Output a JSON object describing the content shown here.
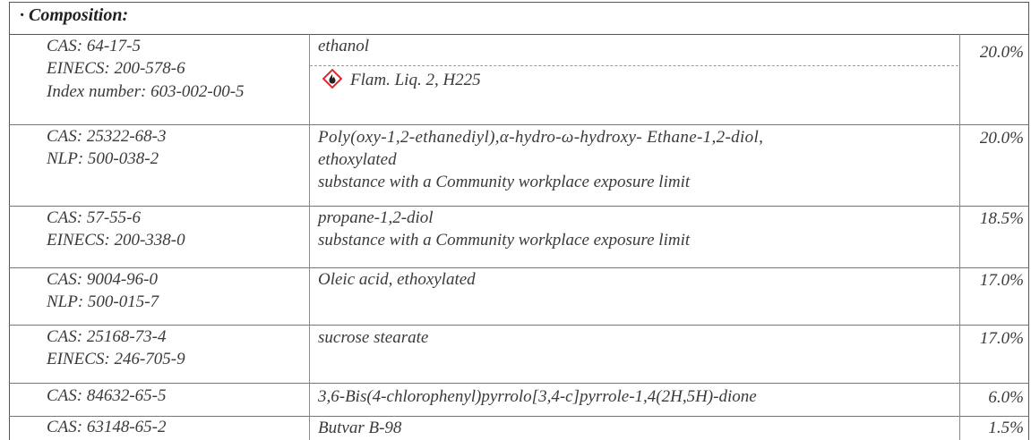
{
  "section": {
    "title": "· Composition:"
  },
  "rows": [
    {
      "ids": [
        "CAS: 64-17-5",
        "EINECS: 200-578-6",
        "Index number: 603-002-00-5"
      ],
      "name_lines": [
        "ethanol"
      ],
      "classification": "Flam. Liq. 2, H225",
      "percent": "20.0%"
    },
    {
      "ids": [
        "CAS: 25322-68-3",
        "NLP: 500-038-2"
      ],
      "name_lines": [
        "Poly(oxy-1,2-ethanediyl),α-hydro-ω-hydroxy- Ethane-1,2-diol,",
        "ethoxylated",
        "substance with a Community workplace exposure limit"
      ],
      "percent": "20.0%"
    },
    {
      "ids": [
        "CAS: 57-55-6",
        "EINECS: 200-338-0"
      ],
      "name_lines": [
        "propane-1,2-diol",
        "substance with a Community workplace exposure limit"
      ],
      "percent": "18.5%"
    },
    {
      "ids": [
        "CAS: 9004-96-0",
        "NLP: 500-015-7"
      ],
      "name_lines": [
        "Oleic acid, ethoxylated"
      ],
      "percent": "17.0%"
    },
    {
      "ids": [
        "CAS: 25168-73-4",
        "EINECS: 246-705-9"
      ],
      "name_lines": [
        "sucrose stearate"
      ],
      "percent": "17.0%"
    },
    {
      "ids": [
        "CAS: 84632-65-5"
      ],
      "name_lines": [
        "3,6-Bis(4-chlorophenyl)pyrrolo[3,4-c]pyrrole-1,4(2H,5H)-dione"
      ],
      "percent": "6.0%"
    },
    {
      "ids": [
        "CAS: 63148-65-2"
      ],
      "name_lines": [
        "Butvar B-98"
      ],
      "percent": "1.5%"
    }
  ],
  "icons": {
    "flame_pictogram": "ghs-flame-icon"
  },
  "colors": {
    "pictogram_border": "#e0282e",
    "text": "#3a3a3a",
    "rule": "#777777"
  }
}
